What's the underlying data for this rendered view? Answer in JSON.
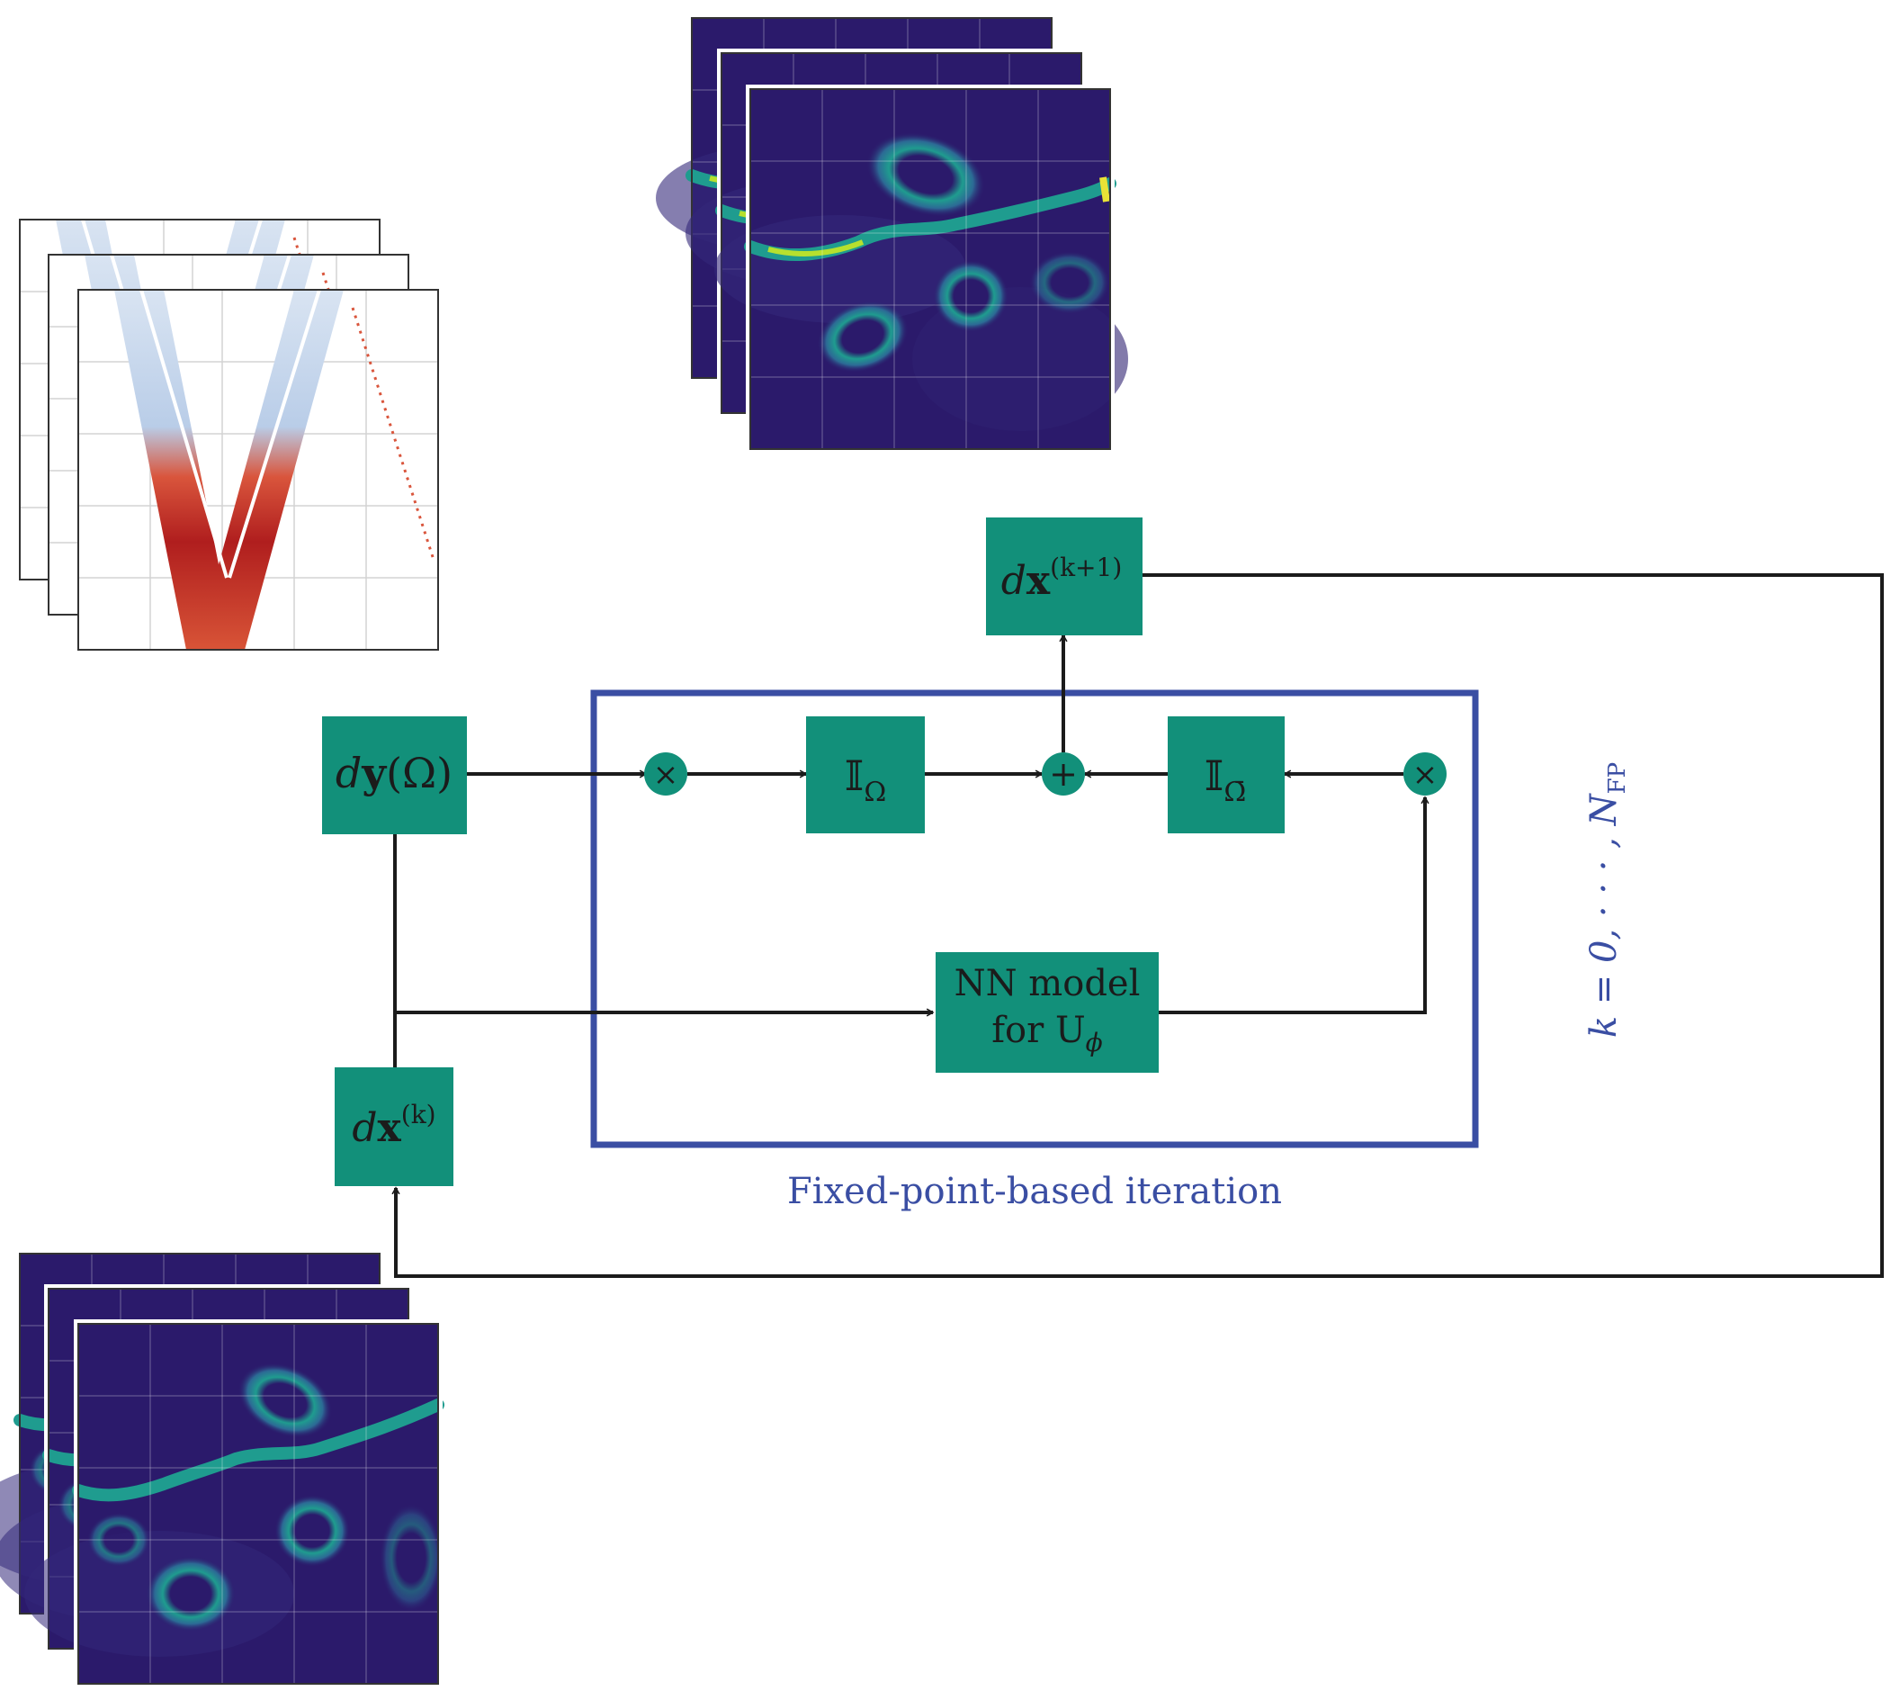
{
  "colors": {
    "node_fill": "#12907a",
    "frame": "#3a4ea3",
    "edge": "#1b1b1b",
    "field_bg": "#2b1a6b",
    "field_ring": "#1f9c8f",
    "field_hot": "#b6e02e",
    "v_red": "#c63a2b",
    "v_blue": "#b9cde8"
  },
  "nodes": {
    "dy": {
      "text": "dy(Ω)"
    },
    "mult_left": {
      "symbol": "×"
    },
    "mask_omega": {
      "base": "𝕀",
      "sub": "Ω"
    },
    "sum": {
      "symbol": "+"
    },
    "mask_omega_bar": {
      "base": "𝕀",
      "sub": "Ω̄"
    },
    "mult_right": {
      "symbol": "×"
    },
    "nn_model": {
      "line1": "NN model",
      "line2_prefix": "for U",
      "line2_sub": "ϕ"
    },
    "dx_k": {
      "base": "dx",
      "sup": "(k)"
    },
    "dx_k1": {
      "base": "dx",
      "sup": "(k+1)"
    }
  },
  "frame_caption": "Fixed-point-based iteration",
  "loop_label": {
    "prefix": "k = 0, · · · , N",
    "sub": "FP"
  },
  "icons": {
    "seismic_stack": "v-shaped-wavefield-image-stack-icon",
    "velocity_stack_top": "velocity-field-image-stack-icon",
    "velocity_stack_bottom": "velocity-field-image-stack-icon"
  }
}
